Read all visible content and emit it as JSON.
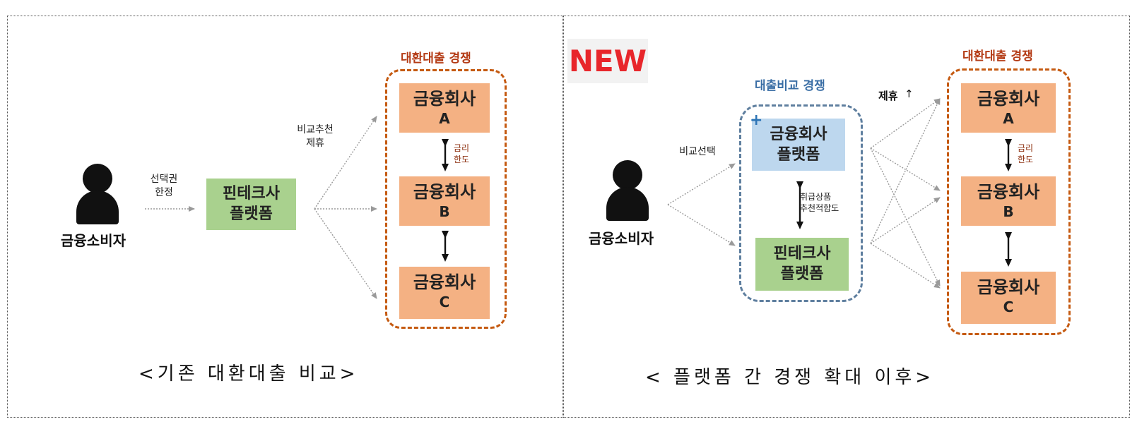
{
  "left": {
    "consumer": "금융소비자",
    "choice_label": "선택권\n한정",
    "fintech": "핀테크사\n플랫폼",
    "partner_label": "비교추천\n제휴",
    "group_title": "대환대출 경쟁",
    "companies": [
      {
        "name": "금융회사",
        "letter": "A"
      },
      {
        "name": "금융회사",
        "letter": "B"
      },
      {
        "name": "금융회사",
        "letter": "C"
      }
    ],
    "rate_label": "금리\n한도",
    "caption": "<기존 대환대출 비교>"
  },
  "right": {
    "badge": "NEW",
    "consumer": "금융소비자",
    "select_label": "비교선택",
    "group_blue_title": "대출비교 경쟁",
    "fin_platform": "금융회사\n플랫폼",
    "plus": "+",
    "product_label": "취급상품\n추천적합도",
    "fintech": "핀테크사\n플랫폼",
    "partner_label": "제휴",
    "partner_mark": "↑",
    "group_title": "대환대출 경쟁",
    "companies": [
      {
        "name": "금융회사",
        "letter": "A"
      },
      {
        "name": "금융회사",
        "letter": "B"
      },
      {
        "name": "금융회사",
        "letter": "C"
      }
    ],
    "rate_label": "금리\n한도",
    "caption": "< 플랫폼 간 경쟁 확대 이후>"
  },
  "colors": {
    "company_fill": "#f4b183",
    "fintech_fill": "#a9d18e",
    "platform_fill": "#bdd7ee",
    "orange_dash": "#c55a11",
    "blue_dash": "#5f7f9f",
    "new_red": "#e8262b"
  }
}
